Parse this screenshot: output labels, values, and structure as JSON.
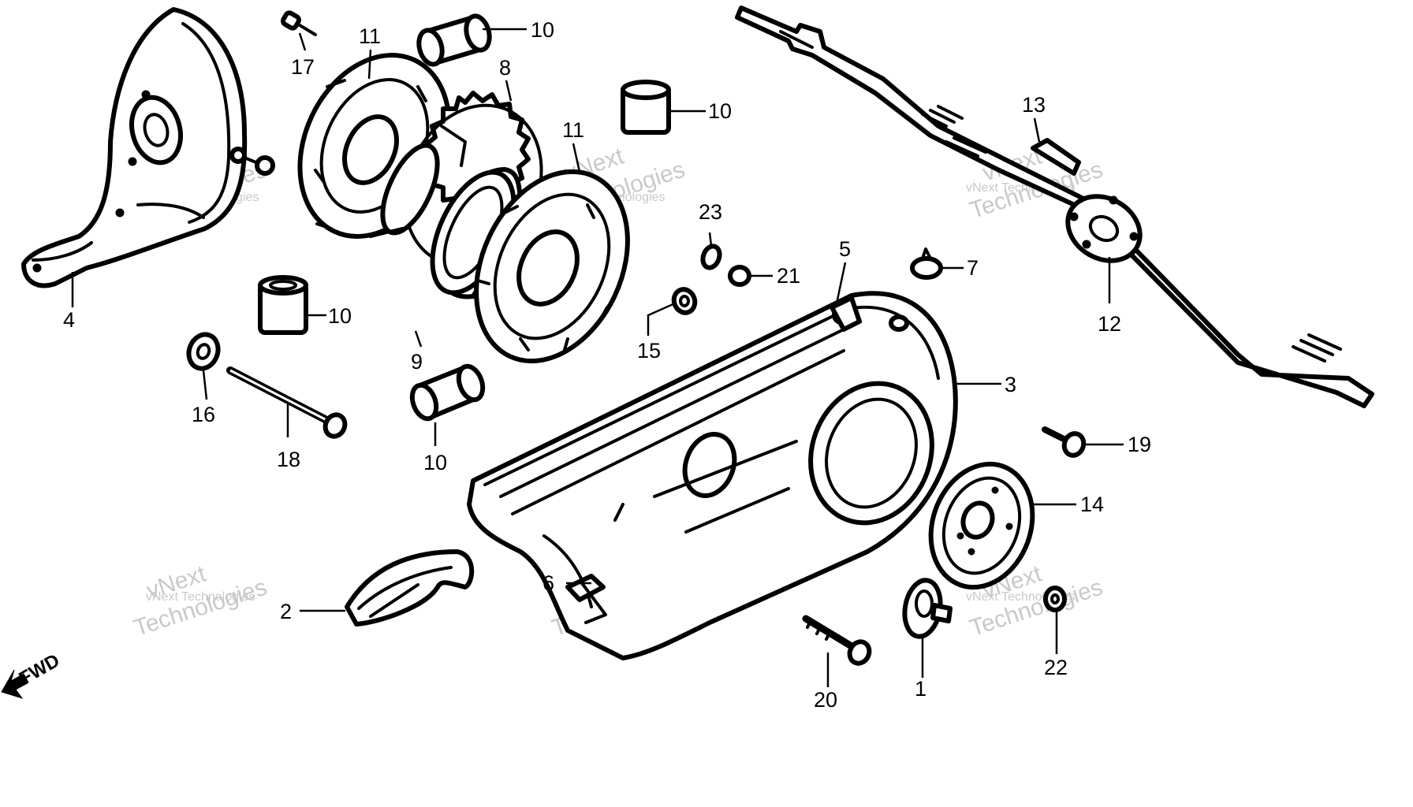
{
  "callouts": [
    {
      "id": "1",
      "label": "1"
    },
    {
      "id": "2",
      "label": "2"
    },
    {
      "id": "3",
      "label": "3"
    },
    {
      "id": "4",
      "label": "4"
    },
    {
      "id": "5",
      "label": "5"
    },
    {
      "id": "6",
      "label": "6"
    },
    {
      "id": "7",
      "label": "7"
    },
    {
      "id": "8",
      "label": "8"
    },
    {
      "id": "9",
      "label": "9"
    },
    {
      "id": "10a",
      "label": "10"
    },
    {
      "id": "10b",
      "label": "10"
    },
    {
      "id": "10c",
      "label": "10"
    },
    {
      "id": "10d",
      "label": "10"
    },
    {
      "id": "11a",
      "label": "11"
    },
    {
      "id": "11b",
      "label": "11"
    },
    {
      "id": "12",
      "label": "12"
    },
    {
      "id": "13",
      "label": "13"
    },
    {
      "id": "14",
      "label": "14"
    },
    {
      "id": "15",
      "label": "15"
    },
    {
      "id": "16",
      "label": "16"
    },
    {
      "id": "17",
      "label": "17"
    },
    {
      "id": "18",
      "label": "18"
    },
    {
      "id": "19",
      "label": "19"
    },
    {
      "id": "20",
      "label": "20"
    },
    {
      "id": "21",
      "label": "21"
    },
    {
      "id": "22",
      "label": "22"
    },
    {
      "id": "23",
      "label": "23"
    }
  ],
  "direction_marker": {
    "label": "FWD"
  },
  "watermark": {
    "line1": "vNext",
    "line2": "Technologies",
    "small": "vNext Technologies"
  }
}
